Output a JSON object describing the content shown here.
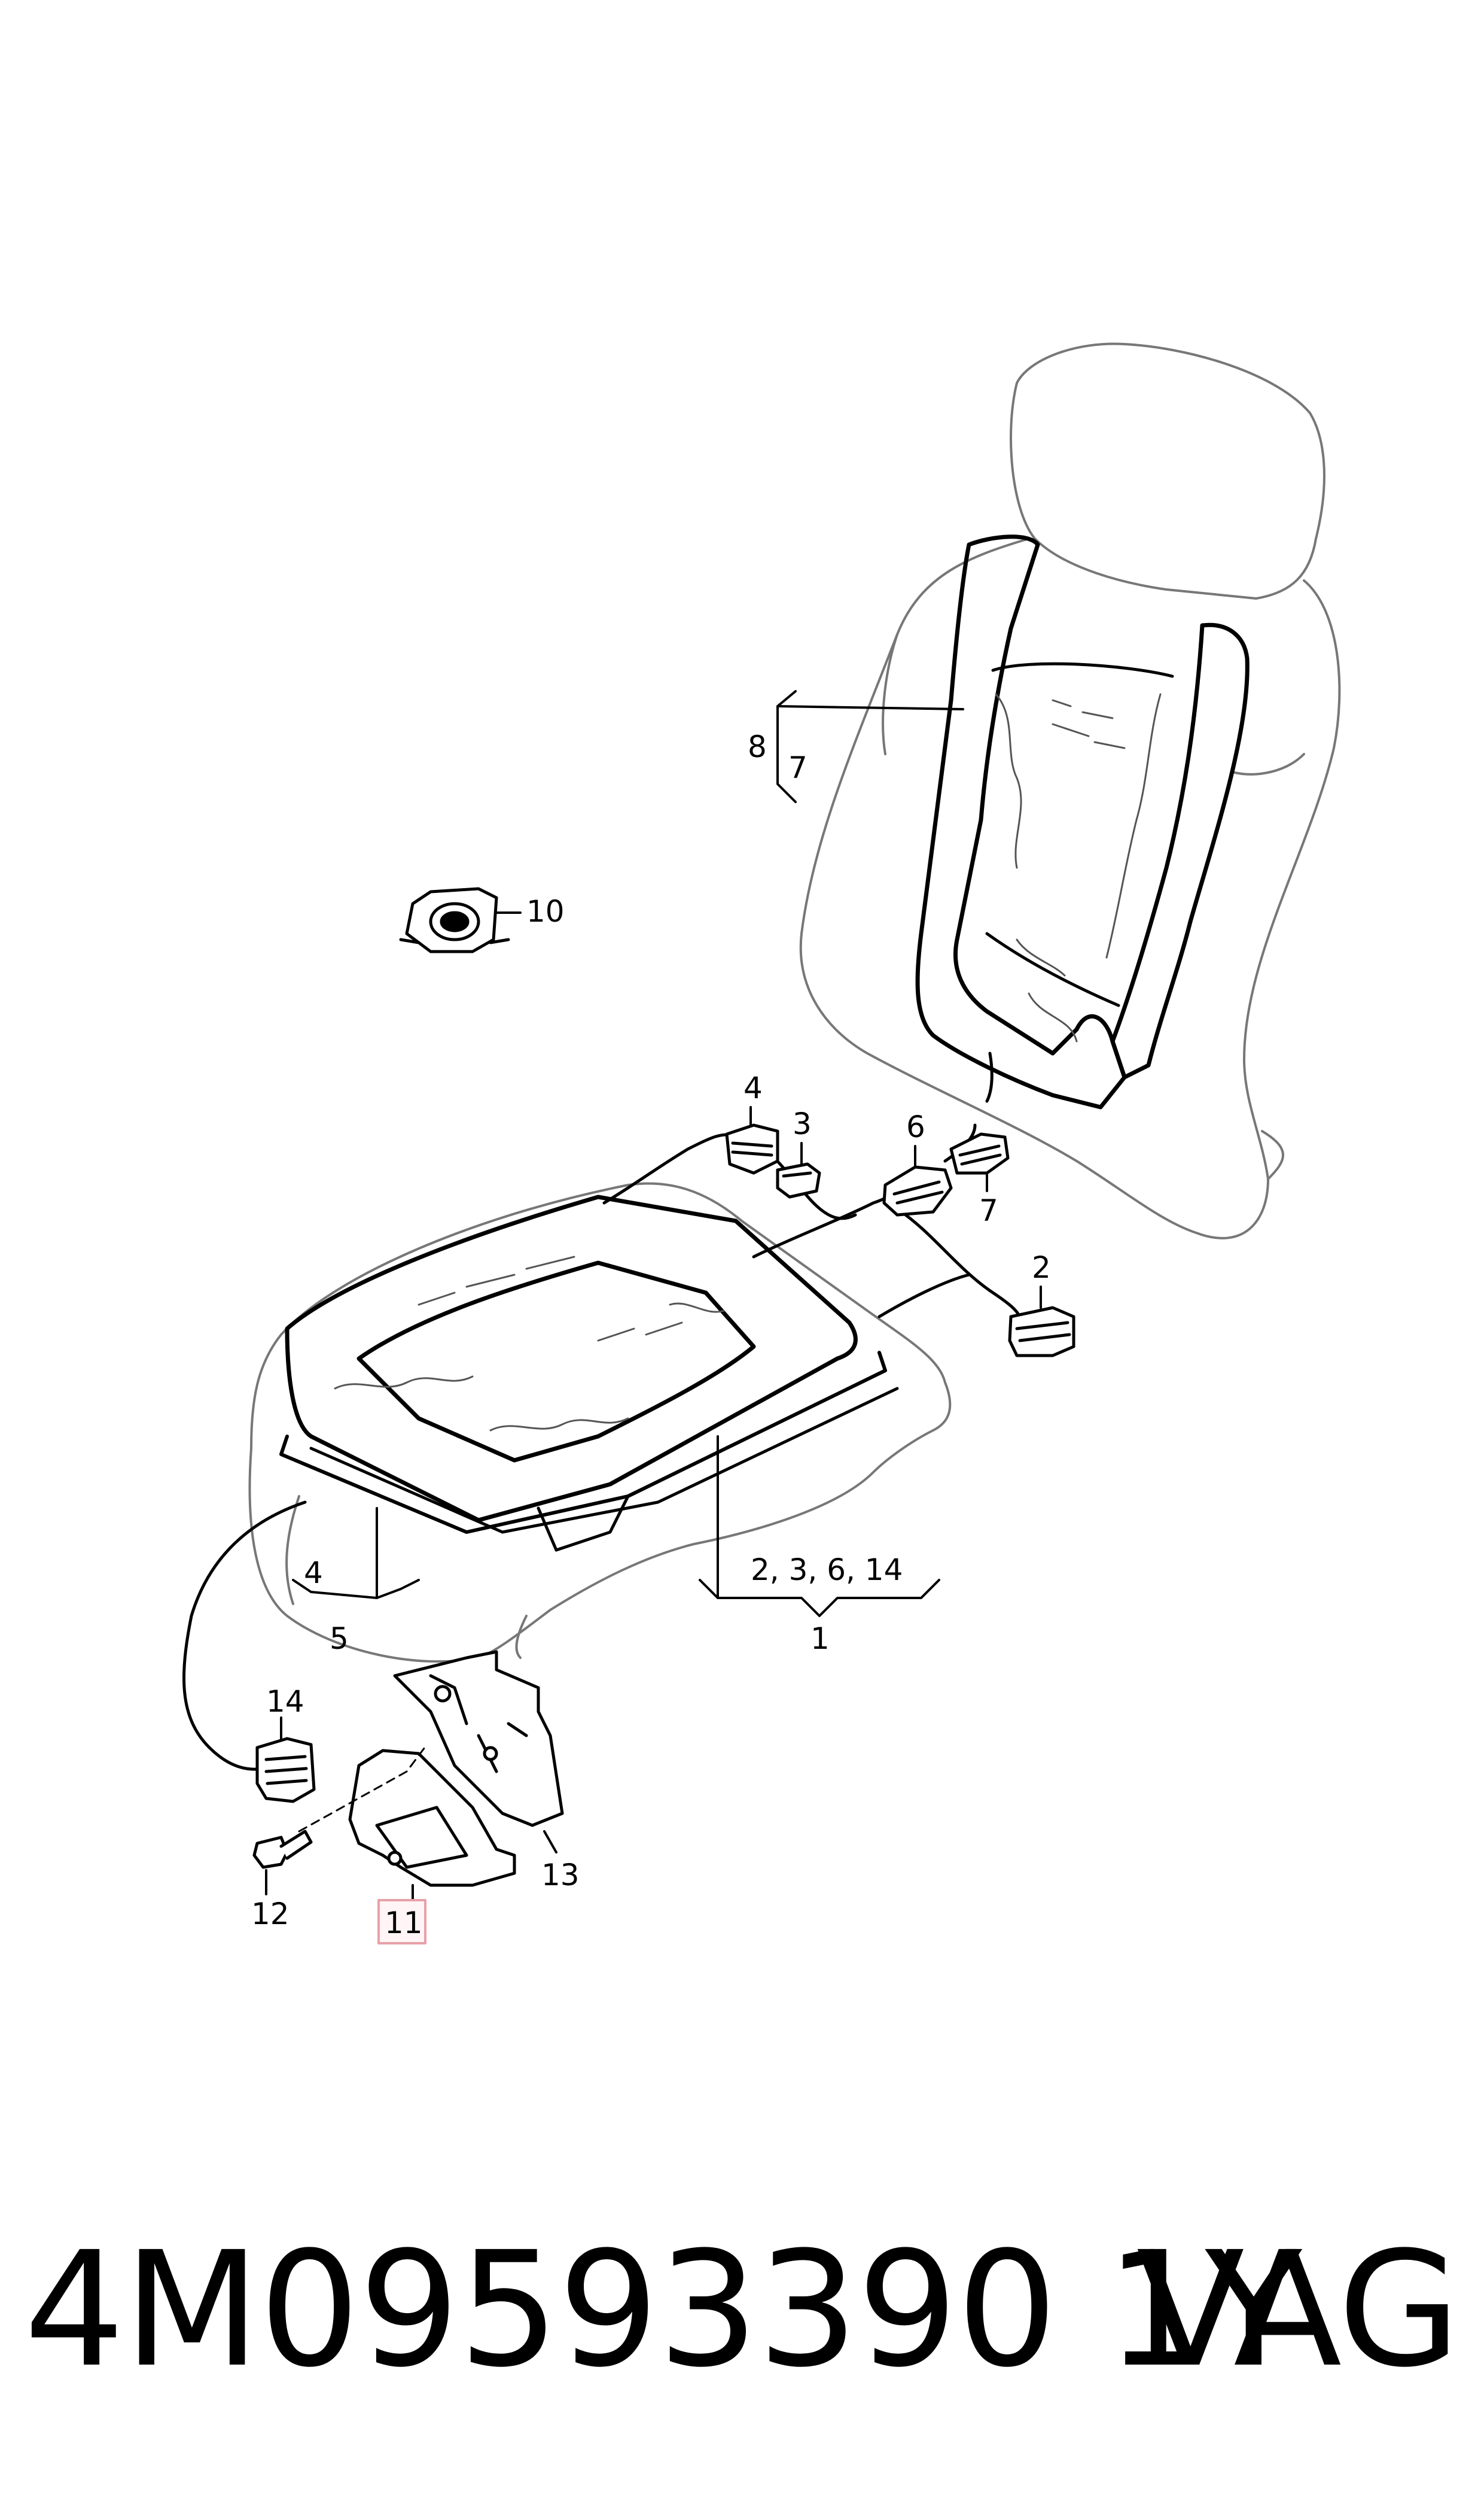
{
  "callouts": {
    "c1": "1",
    "c2": "2",
    "c2b": "2, 3, 6, 14",
    "c3": "3",
    "c4a": "4",
    "c4b": "4",
    "c5": "5",
    "c6": "6",
    "c7a": "7",
    "c7b": "7",
    "c8": "8",
    "c10": "10",
    "c11": "11",
    "c12": "12",
    "c13": "13",
    "c14": "14"
  },
  "highlight_color": "#e8a0a8",
  "footer": {
    "part_number": "4M09593390 1Y",
    "brand": "VAG"
  }
}
